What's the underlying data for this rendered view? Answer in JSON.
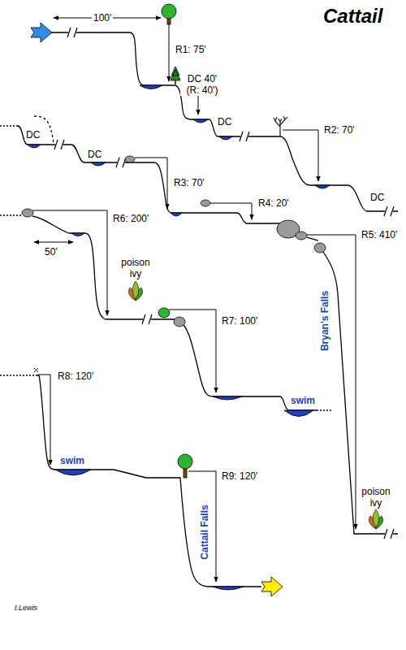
{
  "diagram": {
    "title": "Cattail",
    "labels": [
      "100'",
      "R1: 75'",
      "DC 40' (R: 40')",
      "DC",
      "R2: 70'",
      "DC",
      "DC",
      "DC",
      "R3: 70'",
      "R4: 20'",
      "R5: 410'",
      "R6: 200'",
      "50'",
      "poison ivy",
      "R7: 100'",
      "swim",
      "Bryan's Falls",
      "R8: 120'",
      "swim",
      "R9: 120'",
      "Cattail Falls",
      "poison ivy",
      "I.Lewis"
    ]
  }
}
